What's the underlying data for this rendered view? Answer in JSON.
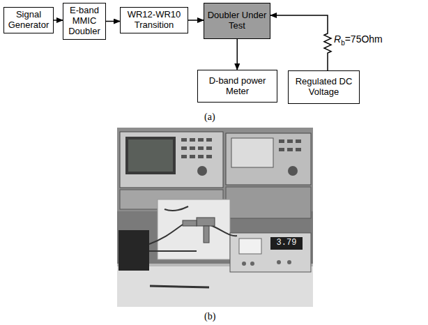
{
  "diagram": {
    "nodes": [
      {
        "text": [
          "Signal Generator"
        ]
      },
      {
        "text": [
          "E-band MMIC Doubler"
        ]
      },
      {
        "text": [
          "WR12-WR10 Transition"
        ]
      },
      {
        "text": [
          "Doubler Under Test"
        ]
      },
      {
        "text": [
          "D-band power Meter"
        ]
      },
      {
        "text": [
          "Regulated DC Voltage"
        ]
      }
    ],
    "edges": [
      {
        "from": 0,
        "to": 1,
        "arrow": "to"
      },
      {
        "from": 1,
        "to": 2,
        "arrow": "to"
      },
      {
        "from": 2,
        "to": 3,
        "arrow": "to"
      },
      {
        "from": 3,
        "to": 4,
        "arrow": "to"
      },
      {
        "from": 5,
        "to": 3,
        "arrow": "to"
      }
    ],
    "labels": [
      "R",
      "b",
      "=75Ohm",
      "(a)",
      "3.79",
      "(b)"
    ]
  }
}
